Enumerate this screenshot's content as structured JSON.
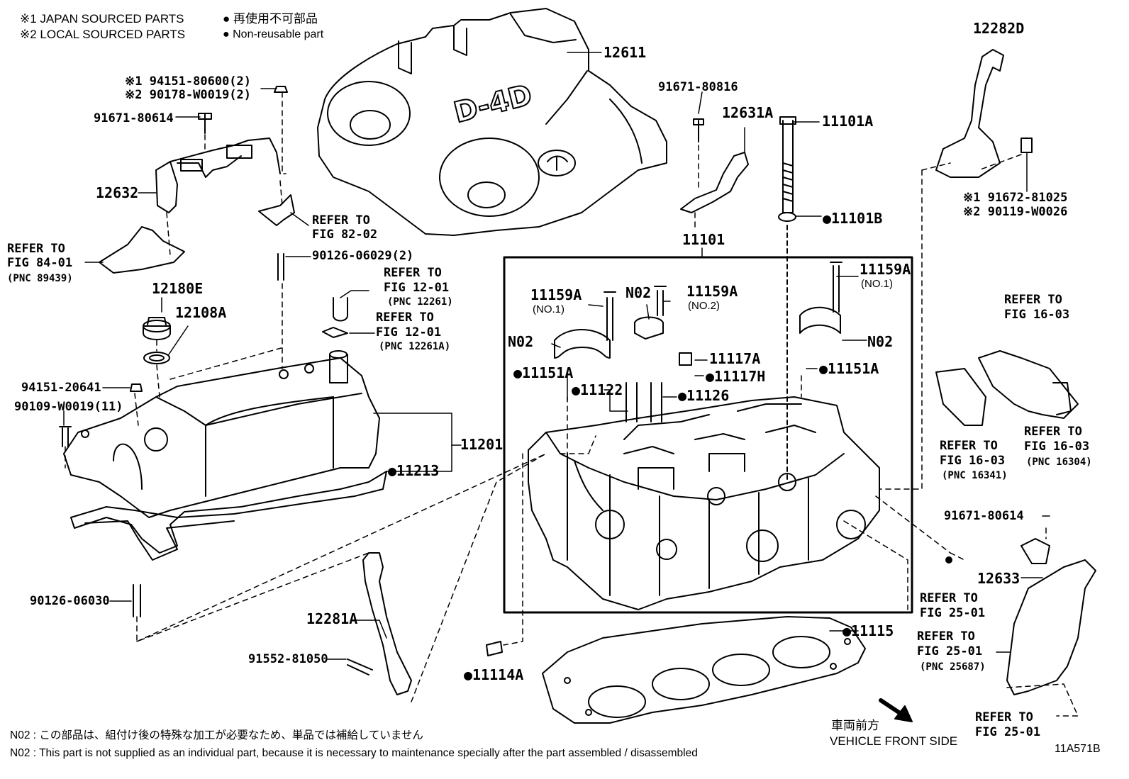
{
  "header": {
    "japan_sourced": "※1 JAPAN SOURCED PARTS",
    "local_sourced": "※2 LOCAL SOURCED PARTS",
    "nonreusable_jp": "再使用不可部品",
    "nonreusable_en": "Non-reusable part"
  },
  "labels": {
    "p12611": "12611",
    "p12282D": "12282D",
    "p94151_80600": "※1 94151-80600(2)",
    "p90178_W0019": "※2 90178-W0019(2)",
    "p91671_80614_left": "91671-80614",
    "p12632": "12632",
    "refer_82_02_a": "REFER TO",
    "refer_82_02_b": "FIG 82-02",
    "refer_84_01_a": "REFER TO",
    "refer_84_01_b": "FIG 84-01",
    "refer_84_01_c": "(PNC 89439)",
    "p90126_06029": "90126-06029(2)",
    "refer_12_01a_a": "REFER TO",
    "refer_12_01a_b": "FIG 12-01",
    "refer_12_01a_c": "(PNC 12261)",
    "refer_12_01b_a": "REFER TO",
    "refer_12_01b_b": "FIG 12-01",
    "refer_12_01b_c": "(PNC 12261A)",
    "p12180E": "12180E",
    "p12108A": "12108A",
    "p94151_20641": "94151-20641",
    "p90109_W0019": "90109-W0019(11)",
    "p11201": "11201",
    "p11213": "11213",
    "p90126_06030": "90126-06030",
    "p12281A": "12281A",
    "p91552_81050": "91552-81050",
    "p11114A": "11114A",
    "p91671_80816": "91671-80816",
    "p12631A": "12631A",
    "p11101A": "11101A",
    "p11101B": "11101B",
    "p11101": "11101",
    "p11159A_left": "11159A",
    "no1_left": "(NO.1)",
    "n02_mid": "N02",
    "p11159A_mid": "11159A",
    "no2_mid": "(NO.2)",
    "p11159A_right": "11159A",
    "no1_right": "(NO.1)",
    "n02_left": "N02",
    "n02_right": "N02",
    "p11117A": "11117A",
    "p11117H": "11117H",
    "p11151A_left": "11151A",
    "p11151A_right": "11151A",
    "p11122": "11122",
    "p11126": "11126",
    "p11115": "11115",
    "p91672_81025": "※1 91672-81025",
    "p90119_W0026": "※2 90119-W0026",
    "refer_16_03_top_a": "REFER TO",
    "refer_16_03_top_b": "FIG 16-03",
    "refer_16_03_l_a": "REFER TO",
    "refer_16_03_l_b": "FIG 16-03",
    "refer_16_03_l_c": "(PNC 16341)",
    "refer_16_03_r_a": "REFER TO",
    "refer_16_03_r_b": "FIG 16-03",
    "refer_16_03_r_c": "(PNC 16304)",
    "p91671_80614_right": "91671-80614",
    "p12633": "12633",
    "refer_25_01a_a": "REFER TO",
    "refer_25_01a_b": "FIG 25-01",
    "refer_25_01b_a": "REFER TO",
    "refer_25_01b_b": "FIG 25-01",
    "refer_25_01b_c": "(PNC 25687)",
    "refer_25_01c_a": "REFER TO",
    "refer_25_01c_b": "FIG 25-01",
    "cover_logo": "D-4D"
  },
  "direction": {
    "jp": "車両前方",
    "en": "VEHICLE FRONT SIDE"
  },
  "footer": {
    "note_jp": "N02 : この部品は、組付け後の特殊な加工が必要なため、単品では補給していません",
    "note_en": "N02 : This part is not supplied as an individual part, because it is necessary to maintenance specially after the part assembled / disassembled",
    "figure_code": "11A571B"
  }
}
